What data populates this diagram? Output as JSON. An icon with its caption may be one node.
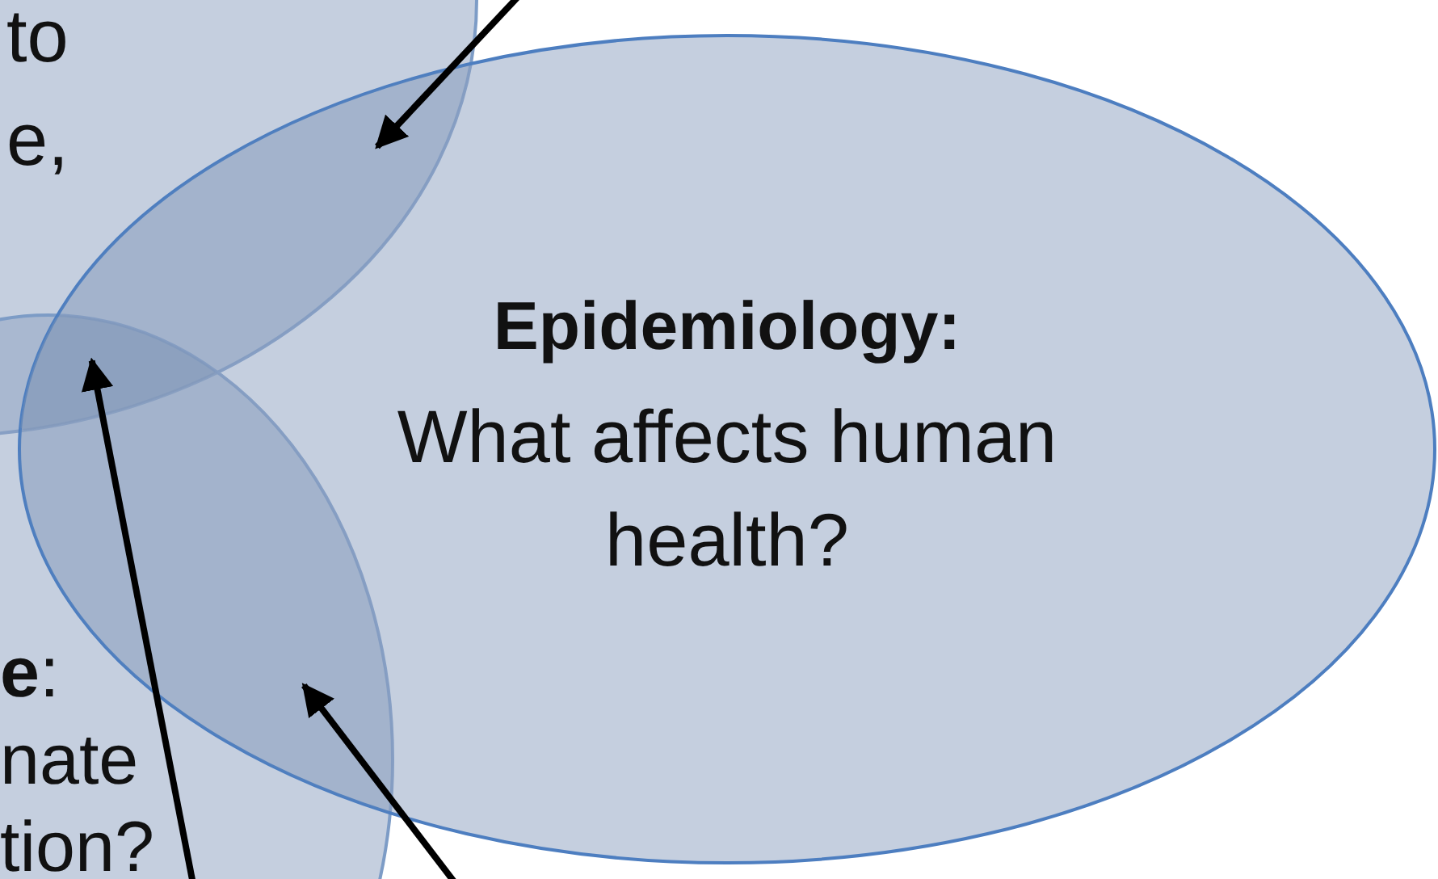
{
  "diagram": {
    "nodes": [
      {
        "text": [
          "to e,"
        ]
      },
      {
        "text": [
          "**e**: nate tion?"
        ]
      },
      {
        "text": [
          "**Epidemiology**:",
          "What affects human health?"
        ]
      },
      {
        "text": [],
        "shape": "lens"
      },
      {
        "text": [],
        "shape": "lens"
      },
      {
        "text": [],
        "shape": "lens"
      }
    ],
    "edges": [
      {
        "from": null,
        "to": 3,
        "arrow": "to"
      },
      {
        "from": 1,
        "to": 4,
        "arrow": "to"
      },
      {
        "from": null,
        "to": 5,
        "arrow": "to"
      }
    ]
  }
}
